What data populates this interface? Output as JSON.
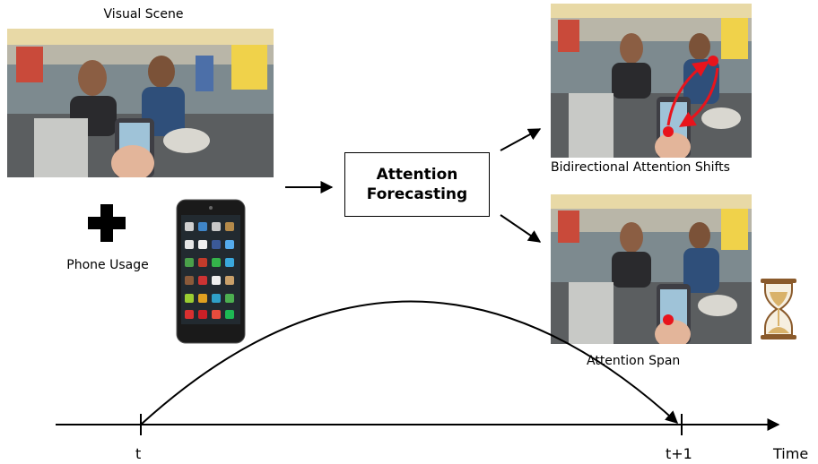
{
  "labels": {
    "visual_scene": "Visual Scene",
    "phone_usage": "Phone Usage",
    "box_line1": "Attention",
    "box_line2": "Forecasting",
    "bidirectional": "Bidirectional Attention Shifts",
    "attention_span": "Attention Span"
  },
  "timeline": {
    "t": "t",
    "t_plus_1": "t+1",
    "time": "Time"
  },
  "icons": [
    "plus-icon",
    "smartphone-icon",
    "hourglass-icon",
    "arrow-icon"
  ],
  "colors": {
    "gaze_marker": "#e8141c",
    "hourglass_sand": "#d9b26a",
    "hourglass_frame": "#8a5a2b"
  }
}
